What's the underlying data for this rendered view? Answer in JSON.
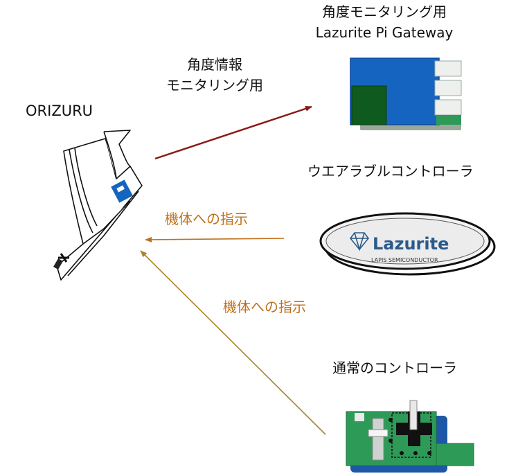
{
  "orizuru": {
    "label": "ORIZURU"
  },
  "gateway": {
    "title_line1": "角度モニタリング用",
    "title_line2": "Lazurite Pi Gateway"
  },
  "arrow_top": {
    "line1": "角度情報",
    "line2": "モニタリング用",
    "color": "#8b1a14"
  },
  "wearable": {
    "title": "ウエアラブルコントローラ",
    "logo_text": "Lazurite",
    "logo_sub": "LAPIS SEMICONDUCTOR"
  },
  "arrow_mid": {
    "label": "機体への指示",
    "color": "#c0701a"
  },
  "arrow_low": {
    "label": "機体への指示",
    "color": "#a8842a"
  },
  "controller": {
    "title": "通常のコントローラ"
  },
  "colors": {
    "blue": "#1565c0",
    "dark_green": "#0f5a1e",
    "board_green": "#2e9a58",
    "lazurite_blue": "#2a5a8a"
  }
}
